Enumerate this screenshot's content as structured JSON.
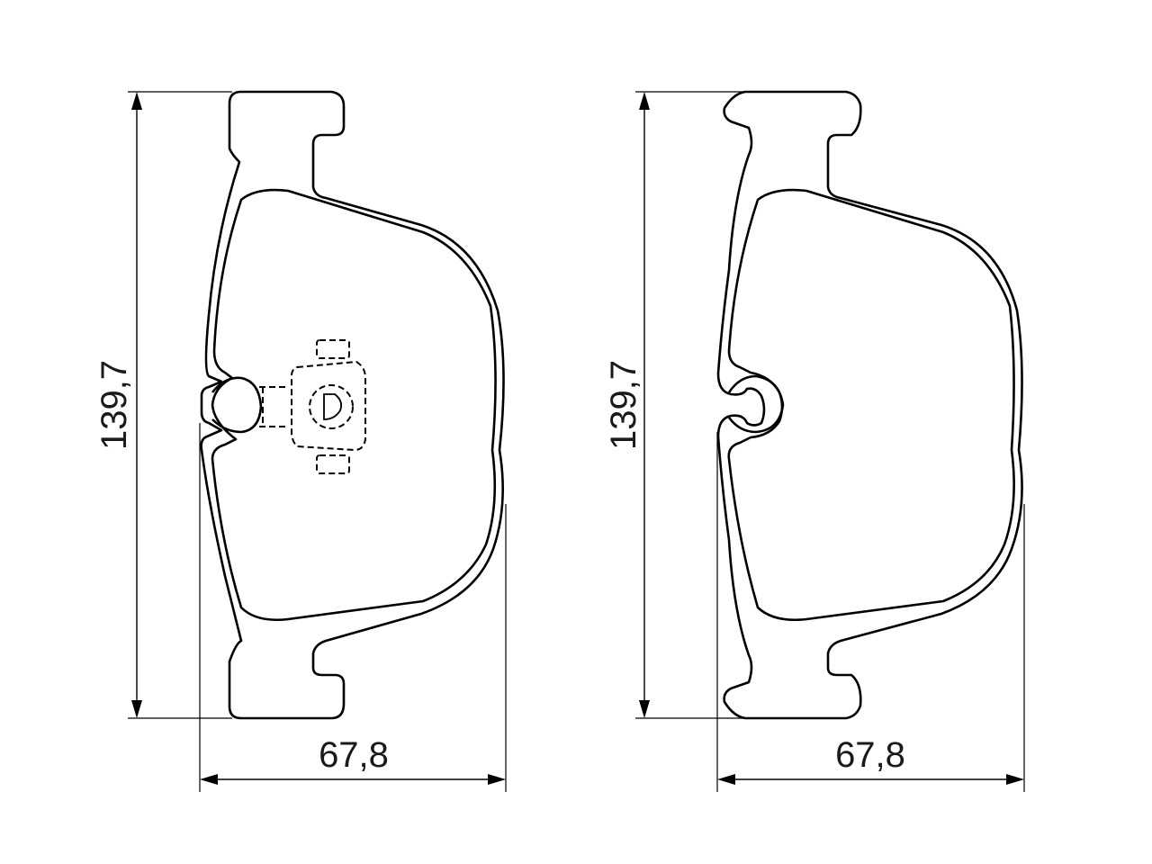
{
  "pad_left": {
    "height_label": "139,7",
    "width_label": "67,8"
  },
  "pad_right": {
    "height_label": "139,7",
    "width_label": "67,8"
  }
}
